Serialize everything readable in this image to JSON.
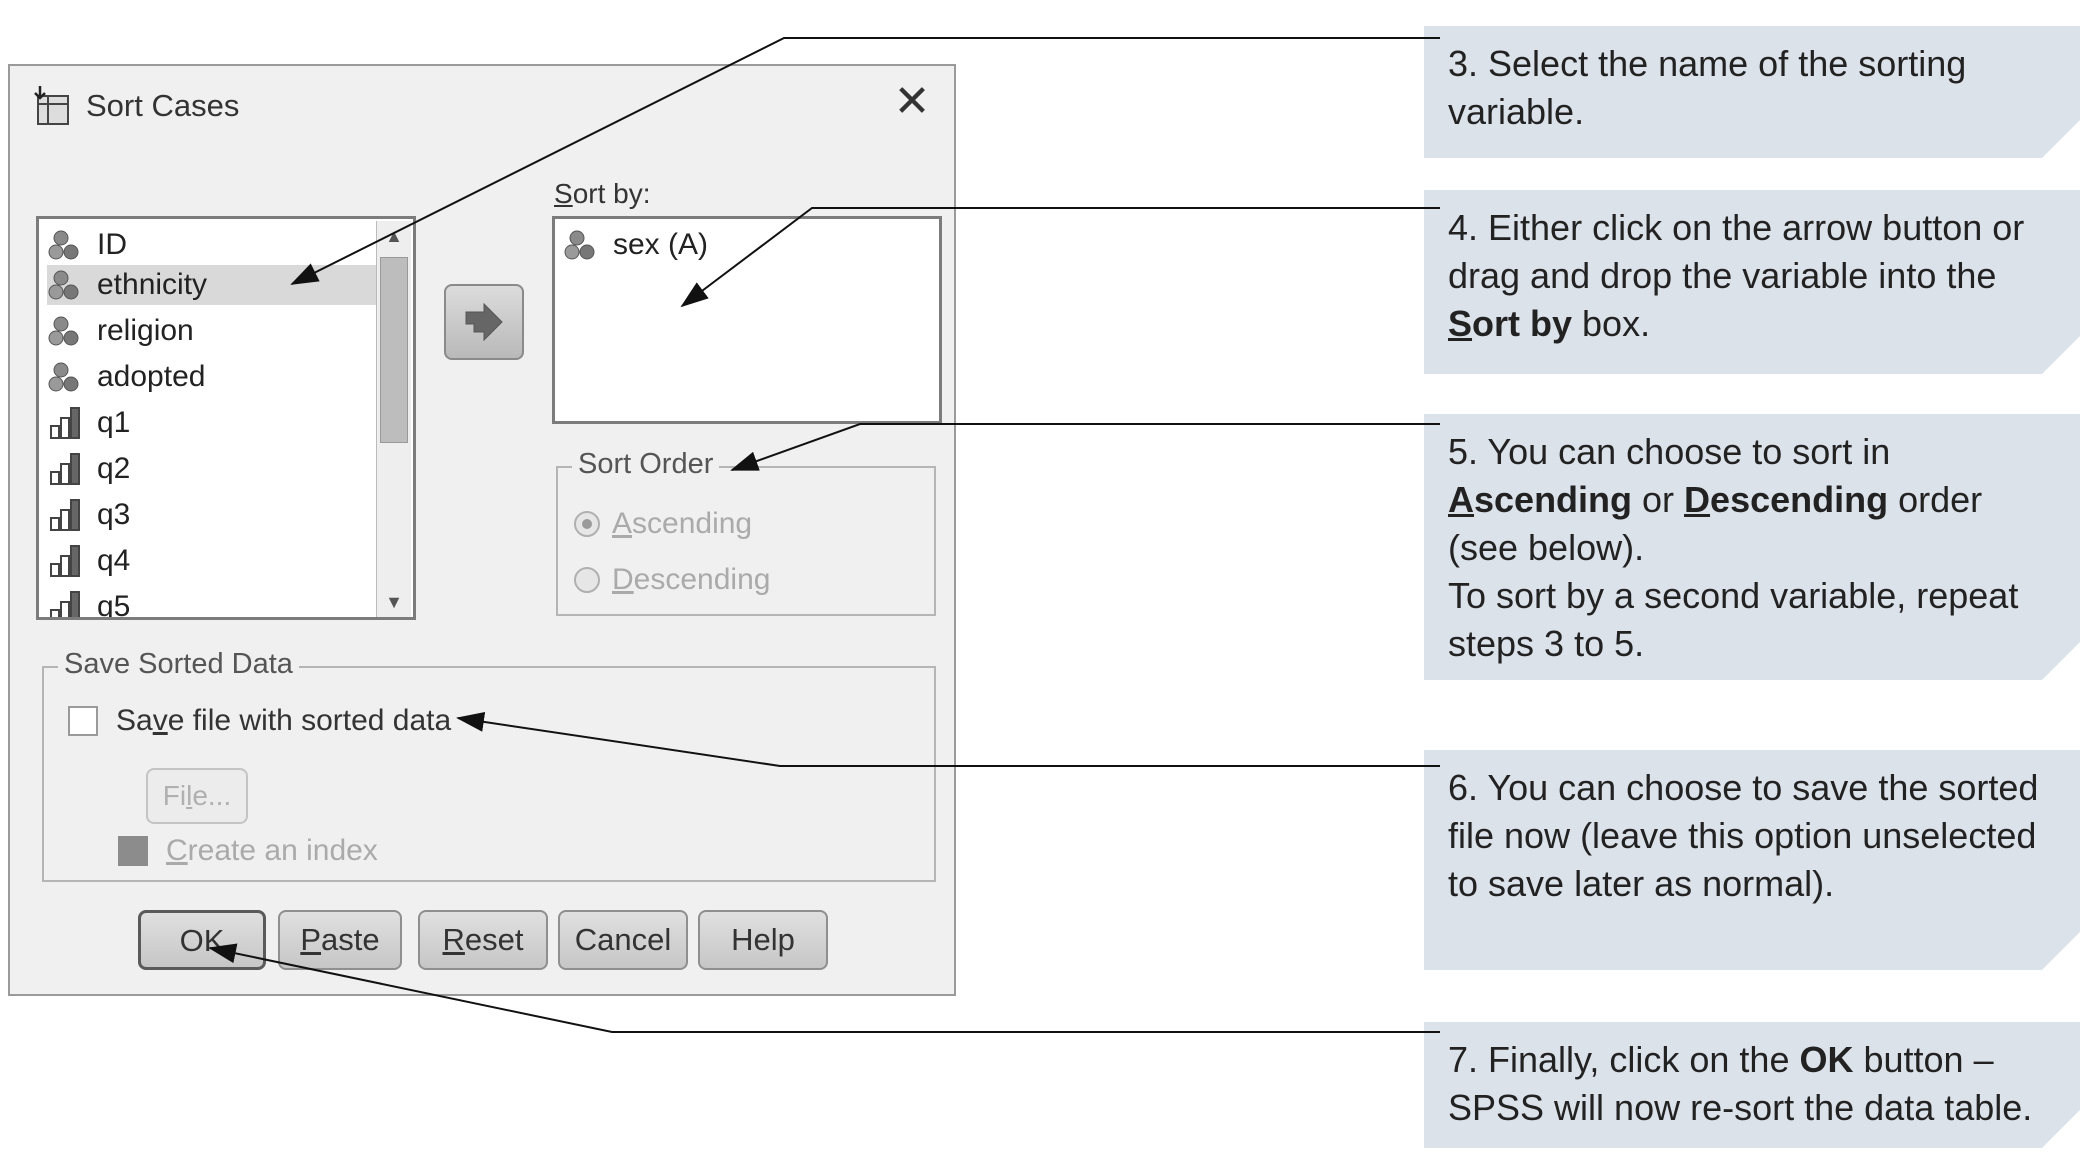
{
  "dialog": {
    "title": "Sort Cases",
    "close_label": "✕",
    "variables": [
      {
        "name": "ID",
        "icon": "nominal-variable-icon"
      },
      {
        "name": "ethnicity",
        "icon": "nominal-variable-icon",
        "selected": true
      },
      {
        "name": "religion",
        "icon": "nominal-variable-icon"
      },
      {
        "name": "adopted",
        "icon": "nominal-variable-icon"
      },
      {
        "name": "q1",
        "icon": "ordinal-variable-icon"
      },
      {
        "name": "q2",
        "icon": "ordinal-variable-icon"
      },
      {
        "name": "q3",
        "icon": "ordinal-variable-icon"
      },
      {
        "name": "q4",
        "icon": "ordinal-variable-icon"
      },
      {
        "name": "q5",
        "icon": "ordinal-variable-icon"
      }
    ],
    "sort_by_label": "Sort by:",
    "sort_by_items": [
      "sex (A)"
    ],
    "sort_order": {
      "legend": "Sort Order",
      "ascending": "Ascending",
      "descending": "Descending",
      "selected": "Ascending"
    },
    "save_sorted": {
      "legend": "Save Sorted Data",
      "save_file_label": "Save file with sorted data",
      "file_button": "File...",
      "create_index_label": "Create an index"
    },
    "buttons": {
      "ok": "OK",
      "paste": "Paste",
      "reset": "Reset",
      "cancel": "Cancel",
      "help": "Help"
    }
  },
  "callouts": {
    "step3": "3. Select the name of the sorting variable.",
    "step4_a": "4. Either click on the arrow button or drag and drop the variable into the ",
    "step4_bold": "Sort by",
    "step4_b": " box.",
    "step5_a": "5. You can choose to sort in ",
    "step5_asc": "Ascending",
    "step5_or": " or ",
    "step5_desc": "Descending",
    "step5_b": " order (see below).",
    "step5_c": "To sort by a second variable, repeat steps 3 to 5.",
    "step6": "6. You can choose to save the sorted file now (leave this option unselected to save later as normal).",
    "step7_a": "7. Finally, click on the ",
    "step7_bold": "OK",
    "step7_b": " button – SPSS will now re-sort the data table."
  }
}
